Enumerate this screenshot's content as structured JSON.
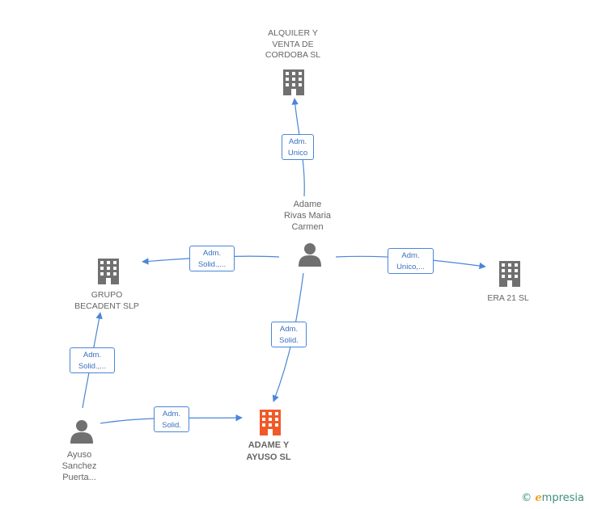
{
  "colors": {
    "edge": "#4a86d8",
    "node_gray": "#707070",
    "node_focus": "#f05a28",
    "label_text": "#666666"
  },
  "nodes": {
    "alquiler": {
      "label": "ALQUILER Y\nVENTA DE\nCORDOBA  SL",
      "icon": "building-icon"
    },
    "adame_rivas": {
      "label": "Adame\nRivas Maria\nCarmen",
      "icon": "person-icon"
    },
    "grupo_becadent": {
      "label": "GRUPO\nBECADENT  SLP",
      "icon": "building-icon"
    },
    "era21": {
      "label": "ERA 21 SL",
      "icon": "building-icon"
    },
    "ayuso_sanchez": {
      "label": "Ayuso\nSanchez\nPuerta...",
      "icon": "person-icon"
    },
    "adame_ayuso": {
      "label": "ADAME Y\nAYUSO  SL",
      "icon": "building-icon"
    }
  },
  "edges": {
    "e1": {
      "line1": "Adm.",
      "line2": "Unico"
    },
    "e2": {
      "line1": "Adm.",
      "line2": "Solid.,..."
    },
    "e3": {
      "line1": "Adm.",
      "line2": "Unico,..."
    },
    "e4": {
      "line1": "Adm.",
      "line2": "Solid."
    },
    "e5": {
      "line1": "Adm.",
      "line2": "Solid.,..."
    },
    "e6": {
      "line1": "Adm.",
      "line2": "Solid."
    }
  },
  "brand": {
    "copyright": "©",
    "initial": "e",
    "rest": "mpresia"
  }
}
